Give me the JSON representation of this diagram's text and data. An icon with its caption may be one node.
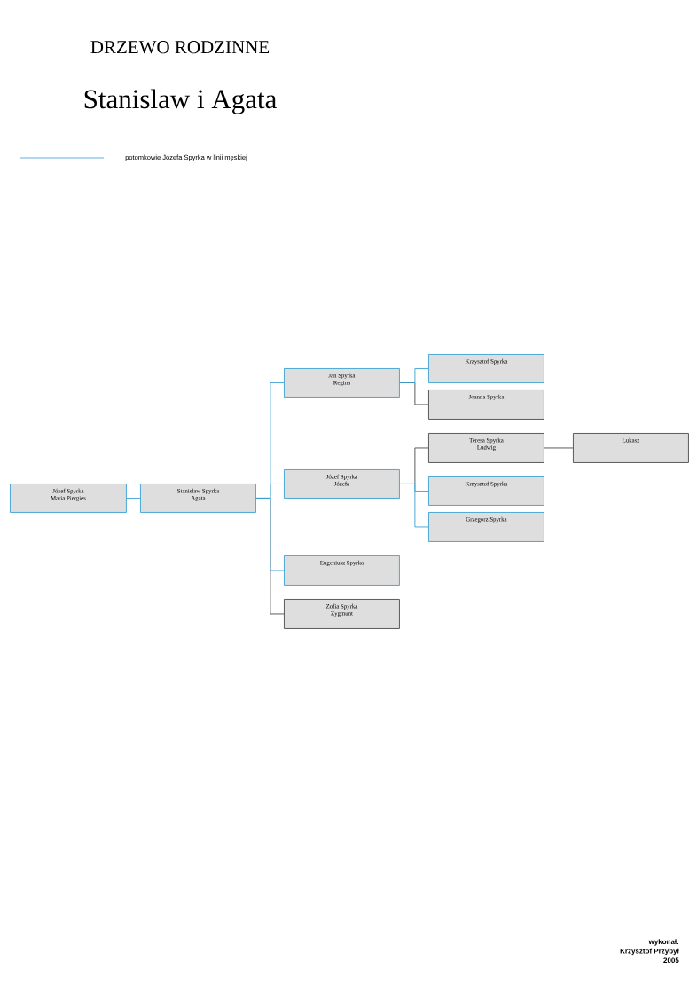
{
  "diagram": {
    "title": "DRZEWO RODZINNE",
    "nodes": [
      {
        "text": [
          "Józef Spyrka",
          "Maria Piergies"
        ]
      },
      {
        "text": [
          "Stanislaw Spyrka",
          "Agata"
        ]
      },
      {
        "text": [
          "Jan Spyrka",
          "Regina"
        ]
      },
      {
        "text": [
          "Józef Spyrka",
          "Józefa"
        ]
      },
      {
        "text": [
          "Eugeniusz Spyrka"
        ]
      },
      {
        "text": [
          "Zofia Spyrka",
          "Zygmunt"
        ]
      },
      {
        "text": [
          "Krzysztof Spyrka"
        ]
      },
      {
        "text": [
          "Joanna Spyrka"
        ]
      },
      {
        "text": [
          "Teresa Spyrka",
          "Ludwig"
        ]
      },
      {
        "text": [
          "Łukasz"
        ]
      },
      {
        "text": [
          "Krzysztof Spyrka"
        ]
      },
      {
        "text": [
          "Grzegorz Spyrka"
        ]
      }
    ],
    "edges": [
      {
        "from": 0,
        "to": 1,
        "arrow": "none"
      },
      {
        "from": 1,
        "to": 2,
        "arrow": "none"
      },
      {
        "from": 1,
        "to": 3,
        "arrow": "none"
      },
      {
        "from": 1,
        "to": 4,
        "arrow": "none"
      },
      {
        "from": 1,
        "to": 5,
        "arrow": "none",
        "color": "#4a4a4a"
      },
      {
        "from": 2,
        "to": 6,
        "arrow": "none"
      },
      {
        "from": 2,
        "to": 7,
        "arrow": "none",
        "color": "#4a4a4a"
      },
      {
        "from": 3,
        "to": 8,
        "arrow": "none",
        "color": "#4a4a4a"
      },
      {
        "from": 3,
        "to": 10,
        "arrow": "none"
      },
      {
        "from": 3,
        "to": 11,
        "arrow": "none"
      },
      {
        "from": 8,
        "to": 9,
        "arrow": "none",
        "color": "#4a4a4a"
      }
    ],
    "labels": [
      "Stanislaw i Agata",
      "wykonał:",
      "Krzysztof Przybył",
      "2005"
    ],
    "legend": [
      {
        "text": "potomkowie Józefa Spyrka w linii męskiej"
      }
    ]
  }
}
